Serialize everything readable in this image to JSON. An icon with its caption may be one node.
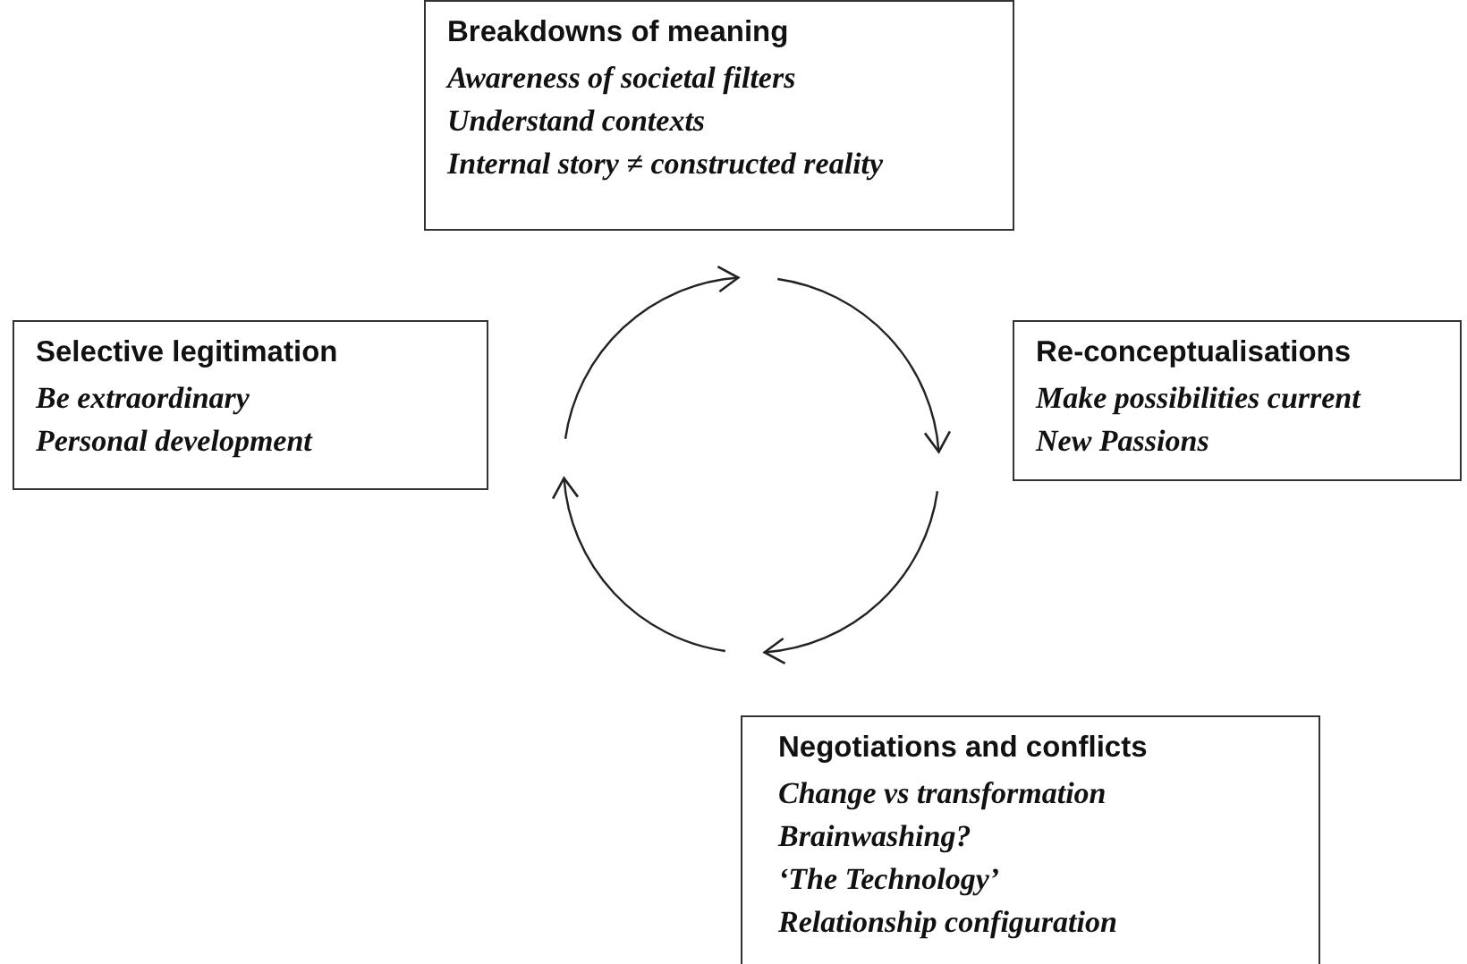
{
  "diagram": {
    "nodes": [
      {
        "text": [
          "Breakdowns of meaning",
          "Awareness of societal filters",
          "Understand contexts",
          "Internal story ≠ constructed reality"
        ]
      },
      {
        "text": [
          "Selective legitimation",
          "Be extraordinary",
          "Personal development"
        ]
      },
      {
        "text": [
          "Re-conceptualisations",
          "Make possibilities current",
          "New Passions"
        ]
      },
      {
        "text": [
          "Negotiations and conflicts",
          "Change vs transformation",
          "Brainwashing?",
          "‘The Technology’",
          "Relationship configuration"
        ]
      }
    ],
    "edges": [
      {
        "from": 0,
        "to": 2,
        "arrow": "to"
      },
      {
        "from": 2,
        "to": 3,
        "arrow": "to"
      },
      {
        "from": 3,
        "to": 1,
        "arrow": "to"
      },
      {
        "from": 1,
        "to": 0,
        "arrow": "to"
      }
    ]
  }
}
